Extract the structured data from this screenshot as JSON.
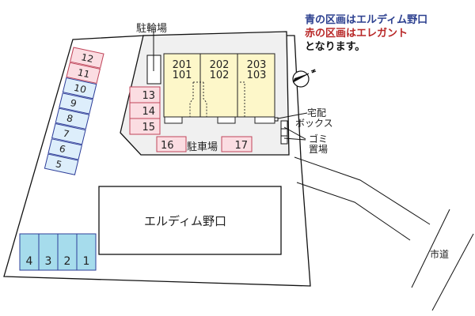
{
  "legend": {
    "line_blue": "青の区画はエルディム野口",
    "line_red": "赤の区画はエレガント",
    "line_black": "となります。",
    "color_blue": "#2b3f8f",
    "color_red": "#b82727",
    "color_black": "#111111"
  },
  "labels": {
    "bicycle_parking": "駐輪場",
    "parking": "駐車場",
    "delivery_box_line1": "宅配",
    "delivery_box_line2": "ボックス",
    "garbage_line1": "ゴミ",
    "garbage_line2": "置場",
    "main_building": "エルディム野口",
    "city_road": "市道"
  },
  "units": [
    {
      "upper": "201",
      "lower": "101"
    },
    {
      "upper": "202",
      "lower": "102"
    },
    {
      "upper": "203",
      "lower": "103"
    }
  ],
  "parking_left_column": {
    "red": [
      "12",
      "11"
    ],
    "blue": [
      "10",
      "9",
      "8",
      "7",
      "6",
      "5"
    ]
  },
  "parking_bottom_left": [
    "4",
    "3",
    "2",
    "1"
  ],
  "parking_building_side": [
    "13",
    "14",
    "15"
  ],
  "parking_bottom_row": [
    "16",
    "17"
  ],
  "colors": {
    "red_fill": "#fbdde2",
    "red_stroke": "#c0455a",
    "blue_fill": "#ddeefb",
    "blue_stroke": "#2f3f9a",
    "blue_dark_fill": "#a6dcec",
    "unit_fill": "#fdf7c9",
    "lot_fill": "#efefef"
  },
  "compass": {
    "symbol": "north-arrow"
  }
}
